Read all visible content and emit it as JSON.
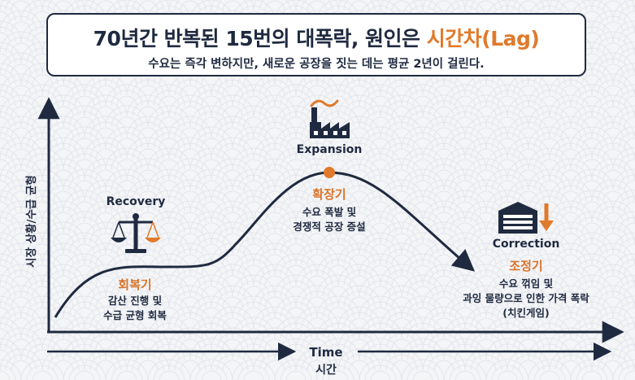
{
  "header": {
    "title_main": "70년간 반복된 15번의 대폭락, 원인은 ",
    "title_accent": "시간차(Lag)",
    "subtitle": "수요는 즉각 변하지만, 새로운 공장을 짓는 데는 평균 2년이 걸린다."
  },
  "axes": {
    "y_label": "시장 상황/수급 균형",
    "x_label_en": "Time",
    "x_label_ko": "시간"
  },
  "phases": {
    "recovery": {
      "en": "Recovery",
      "ko": "회복기",
      "desc_line1": "감산 진행 및",
      "desc_line2": "수급 균형 회복",
      "icon": "balance-scale-icon"
    },
    "expansion": {
      "en": "Expansion",
      "ko": "확장기",
      "desc_line1": "수요 폭발 및",
      "desc_line2": "경쟁적 공장 증설",
      "icon": "factory-icon"
    },
    "correction": {
      "en": "Correction",
      "ko": "조정기",
      "desc_line1": "수요 꺾임 및",
      "desc_line2": "과잉 물량으로 인한 가격 폭락",
      "desc_line3": "(치킨게임)",
      "icon": "warehouse-down-icon"
    }
  },
  "colors": {
    "navy": "#1f2a40",
    "accent": "#e07a2b",
    "background": "#f4f5f7"
  }
}
